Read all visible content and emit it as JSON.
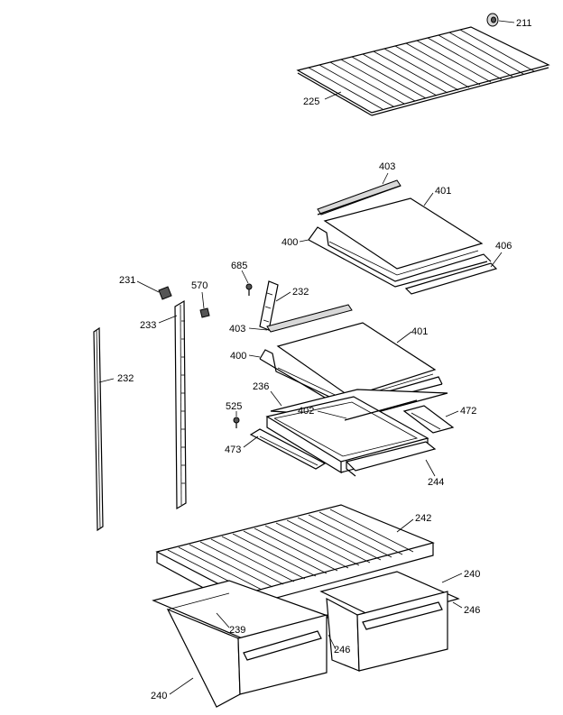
{
  "diagram": {
    "labels": {
      "p211": "211",
      "p225": "225",
      "p403a": "403",
      "p401a": "401",
      "p400a": "400",
      "p406": "406",
      "p685": "685",
      "p232a": "232",
      "p231": "231",
      "p570": "570",
      "p233": "233",
      "p403b": "403",
      "p401b": "401",
      "p400b": "400",
      "p236": "236",
      "p402": "402",
      "p472": "472",
      "p525": "525",
      "p473": "473",
      "p244": "244",
      "p232b": "232",
      "p242": "242",
      "p240a": "240",
      "p246a": "246",
      "p239": "239",
      "p246b": "246",
      "p240b": "240"
    }
  }
}
